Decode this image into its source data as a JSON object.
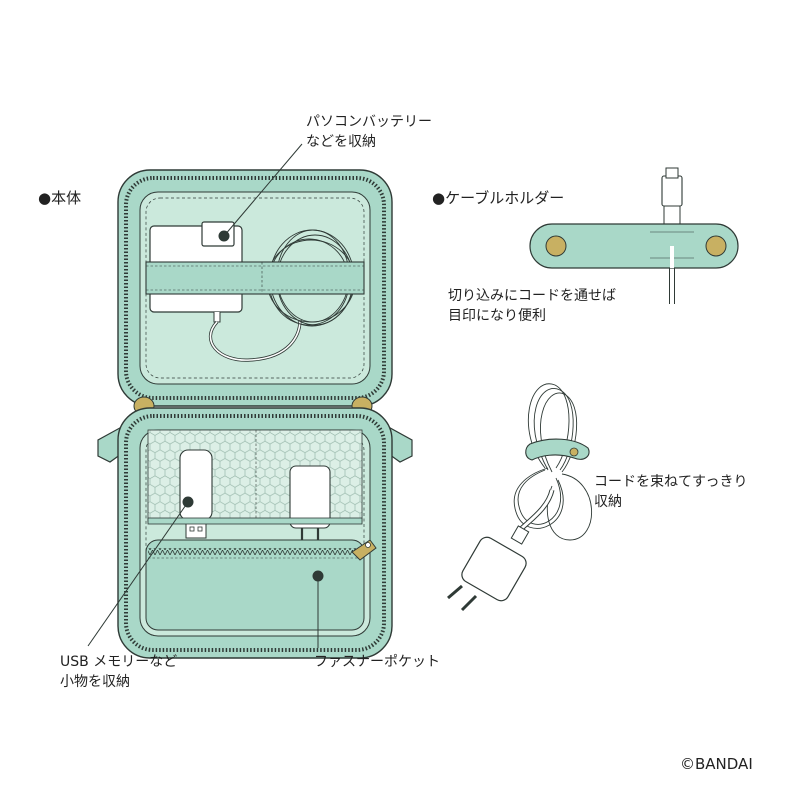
{
  "sections": {
    "main": "●本体",
    "cable_holder": "●ケーブルホルダー"
  },
  "callouts": {
    "pc_battery": [
      "パソコンバッテリー",
      "などを収納"
    ],
    "notch": [
      "切り込みにコードを通せば",
      "目印になり便利"
    ],
    "bundle": [
      "コードを束ねてすっきり",
      "収納"
    ],
    "usb": [
      "USB メモリーなど",
      "小物を収納"
    ],
    "zipper_pocket": "ファスナーポケット"
  },
  "copyright": "©BANDAI",
  "colors": {
    "mint": "#a9d8c8",
    "mint_light": "#cbe9dc",
    "outline": "#2f3a36",
    "gold": "#c8b062"
  }
}
